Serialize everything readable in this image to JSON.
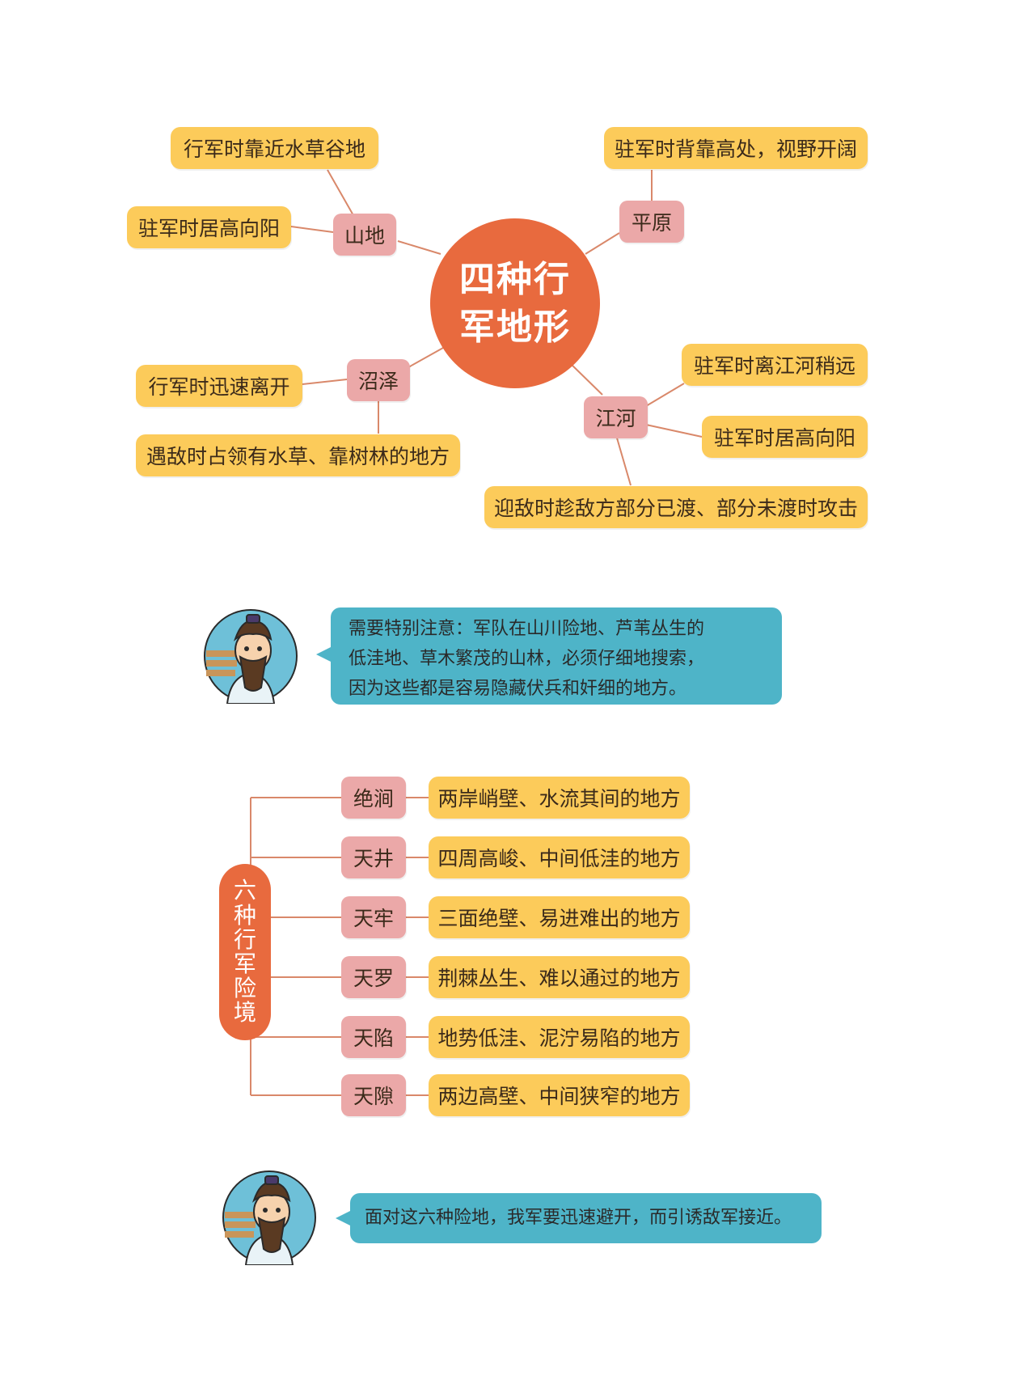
{
  "terrain_map": {
    "center": {
      "line1": "四种行",
      "line2": "军地形"
    },
    "mountain": {
      "label": "山地",
      "march": "行军时靠近水草谷地",
      "camp": "驻军时居高向阳"
    },
    "plain": {
      "label": "平原",
      "camp": "驻军时背靠高处，视野开阔"
    },
    "swamp": {
      "label": "沼泽",
      "march": "行军时迅速离开",
      "enemy": "遇敌时占领有水草、靠树林的地方"
    },
    "river": {
      "label": "江河",
      "camp_far": "驻军时离江河稍远",
      "camp_high": "驻军时居高向阳",
      "attack": "迎敌时趁敌方部分已渡、部分未渡时攻击"
    }
  },
  "note1": {
    "lines": [
      "需要特别注意：军队在山川险地、芦苇丛生的",
      "低洼地、草木繁茂的山林，必须仔细地搜索，",
      "因为这些都是容易隐藏伏兵和奸细的地方。"
    ]
  },
  "danger_map": {
    "title": "六种行军险境",
    "items": [
      {
        "name": "绝涧",
        "desc": "两岸峭壁、水流其间的地方"
      },
      {
        "name": "天井",
        "desc": "四周高峻、中间低洼的地方"
      },
      {
        "name": "天牢",
        "desc": "三面绝壁、易进难出的地方"
      },
      {
        "name": "天罗",
        "desc": "荆棘丛生、难以通过的地方"
      },
      {
        "name": "天陷",
        "desc": "地势低洼、泥泞易陷的地方"
      },
      {
        "name": "天隙",
        "desc": "两边高壁、中间狭窄的地方"
      }
    ]
  },
  "note2": {
    "text": "面对这六种险地，我军要迅速避开，而引诱敌军接近。"
  },
  "colors": {
    "center": "#e86a3e",
    "category": "#eba8a8",
    "leaf": "#fccb5a",
    "bubble": "#4eb4c8",
    "line": "#d9886a"
  }
}
